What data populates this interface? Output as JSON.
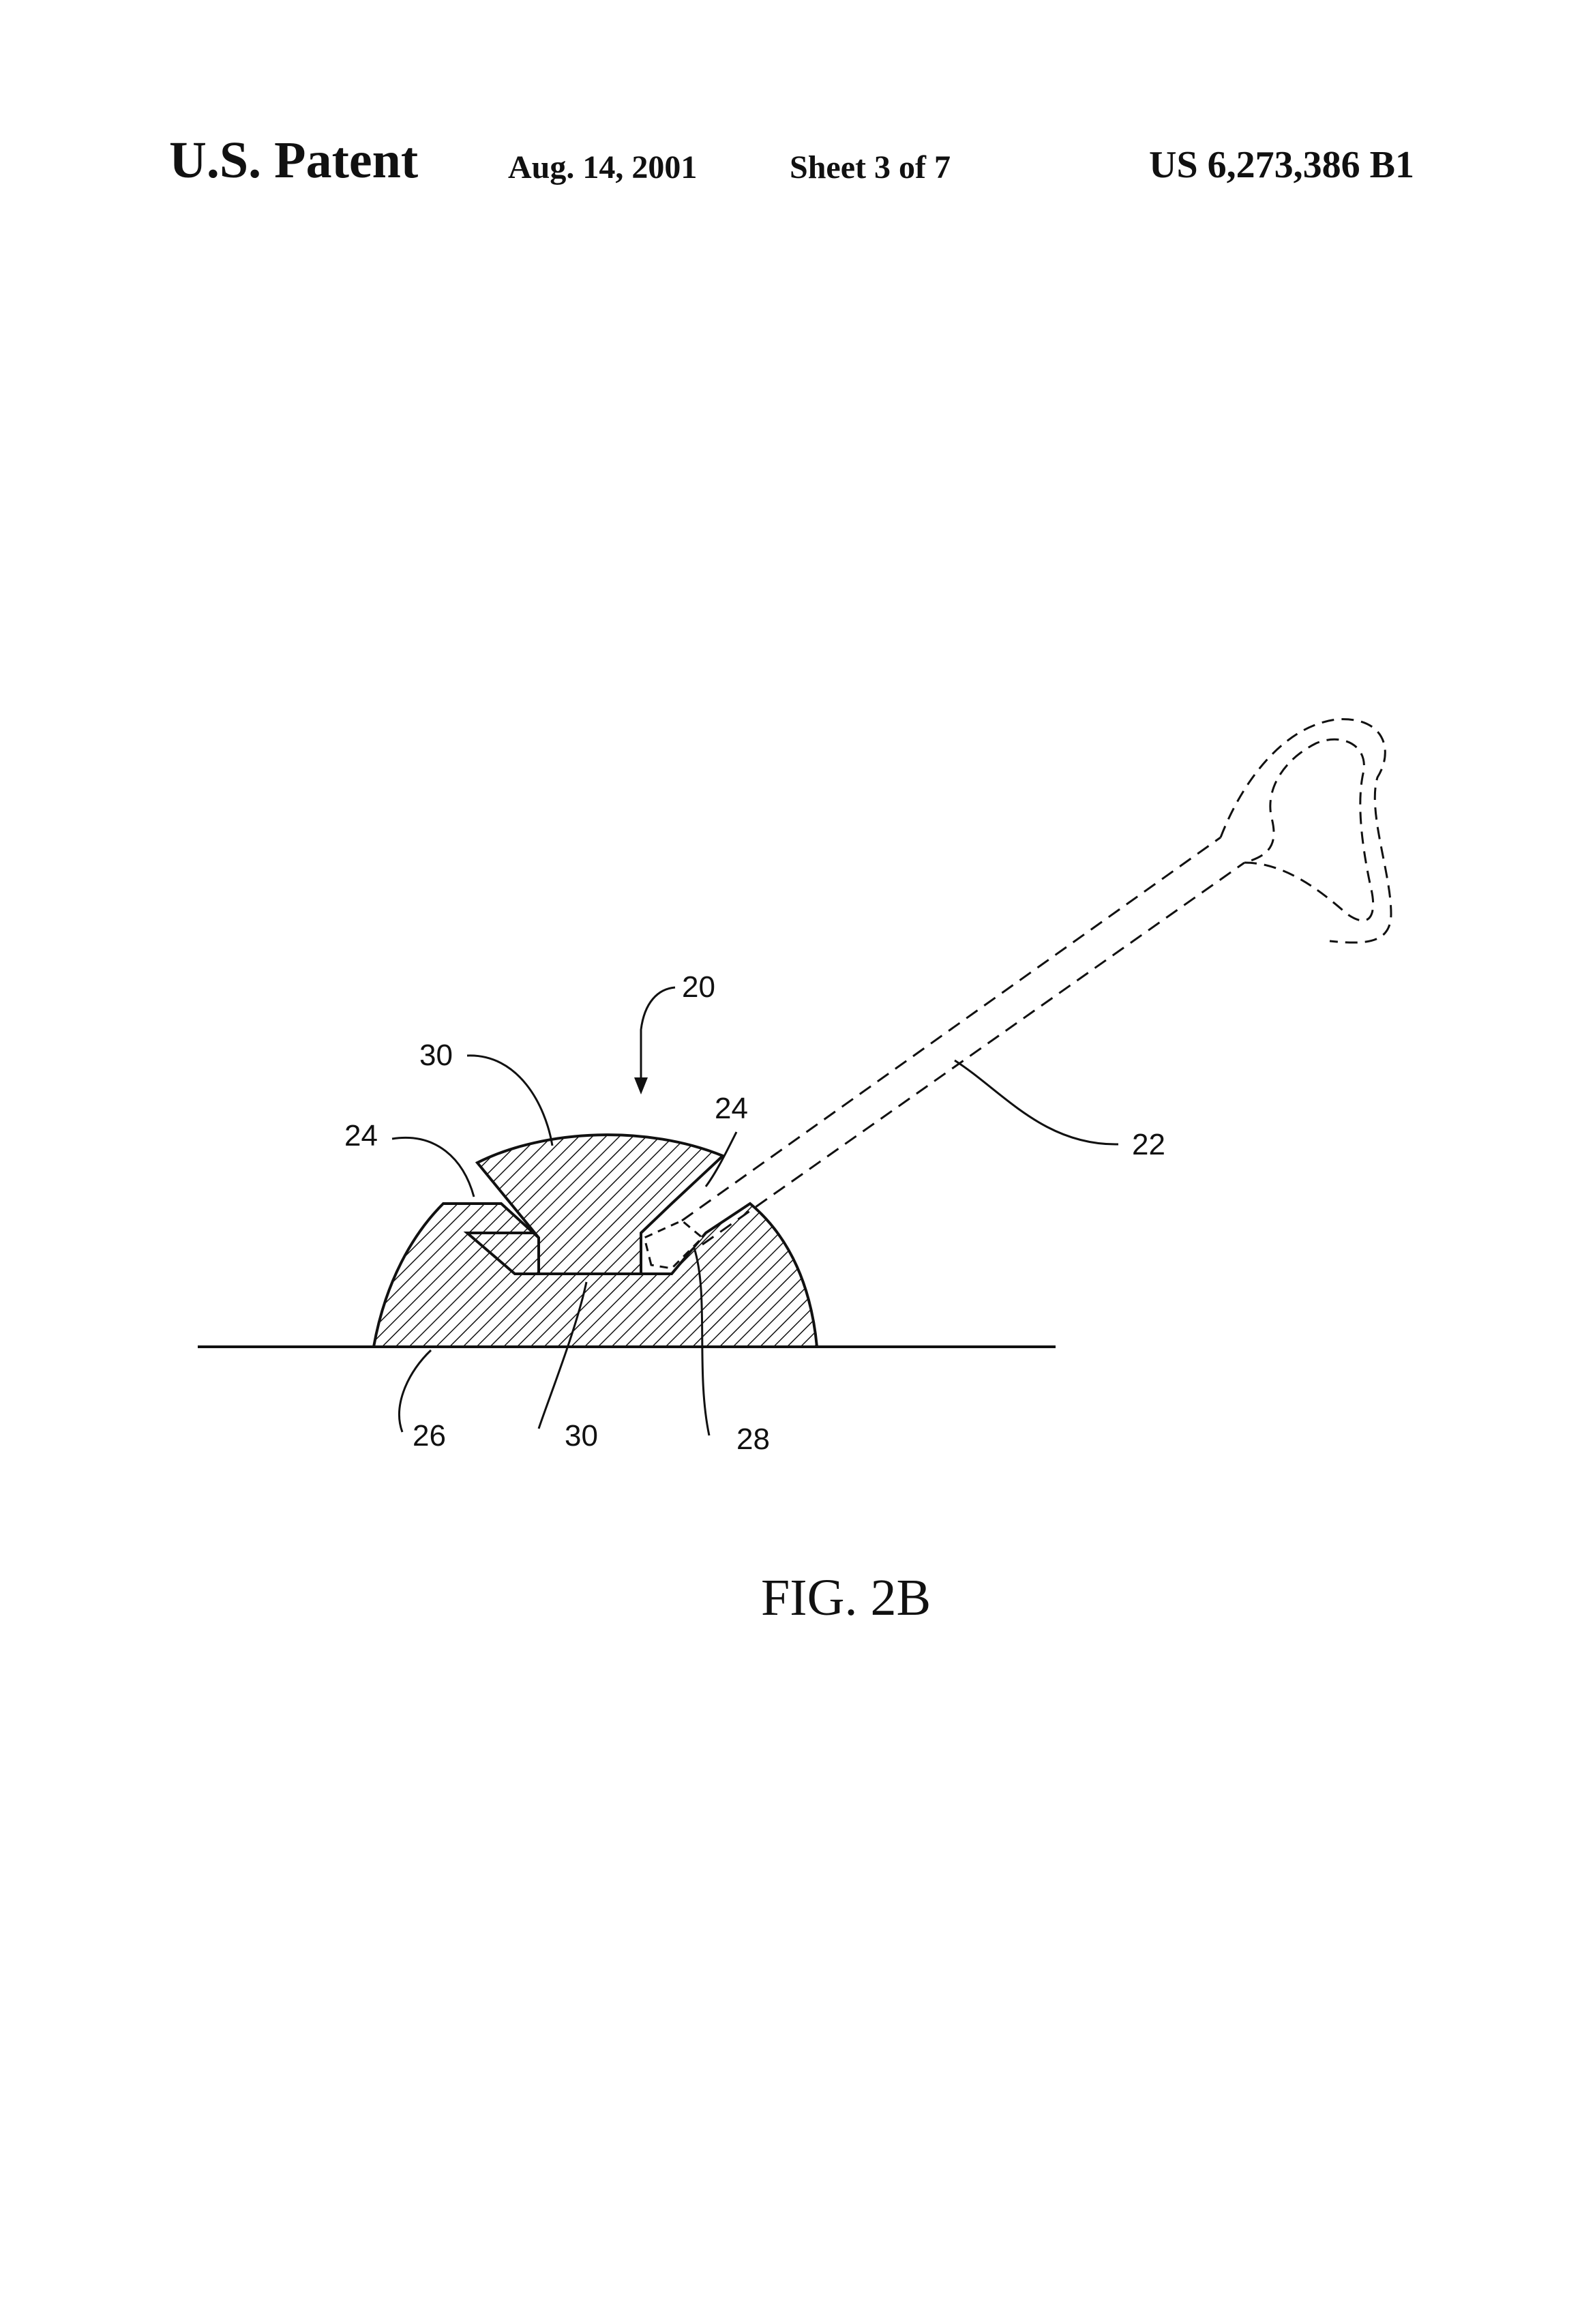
{
  "header": {
    "patent_label": "U.S. Patent",
    "date": "Aug. 14, 2001",
    "sheet": "Sheet 3 of 7",
    "patent_number": "US 6,273,386 B1"
  },
  "figure": {
    "caption": "FIG. 2B",
    "reference_numerals": {
      "device": "20",
      "handle": "22",
      "notch_left": "24",
      "notch_right": "24",
      "base_surface": "26",
      "pivot": "28",
      "body_upper": "30",
      "body_lower": "30"
    }
  }
}
